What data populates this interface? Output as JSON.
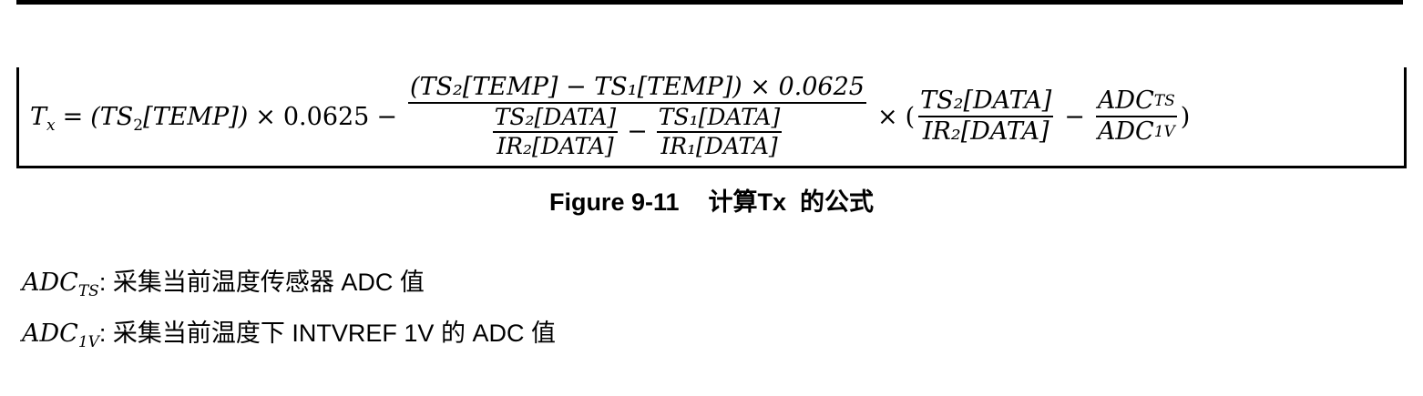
{
  "formula": {
    "lhs": "T",
    "lhs_sub": "x",
    "equals": "=",
    "term1": "(TS",
    "term1_sub": "2",
    "term1_rest": "[TEMP])",
    "times": "×",
    "coef1": "0.0625",
    "minus": "−",
    "big_numerator": "(TS₂[TEMP] − TS₁[TEMP]) × 0.0625",
    "ratio2_num": "TS₂[DATA]",
    "ratio2_den": "IR₂[DATA]",
    "ratio1_num": "TS₁[DATA]",
    "ratio1_den": "IR₁[DATA]",
    "open_paren": "(",
    "close_paren": ")",
    "adc_ts_num": "ADC",
    "adc_ts_num_sub": "TS",
    "adc_1v_den": "ADC",
    "adc_1v_den_sub": "1V"
  },
  "caption": {
    "number": "Figure 9-11",
    "title": "计算Tx  的公式"
  },
  "definitions": [
    {
      "symbol": "ADC",
      "symbol_sub": "TS",
      "text": ": 采集当前温度传感器 ADC 值"
    },
    {
      "symbol": "ADC",
      "symbol_sub": "1V",
      "text": ": 采集当前温度下 INTVREF 1V 的 ADC 值"
    }
  ]
}
